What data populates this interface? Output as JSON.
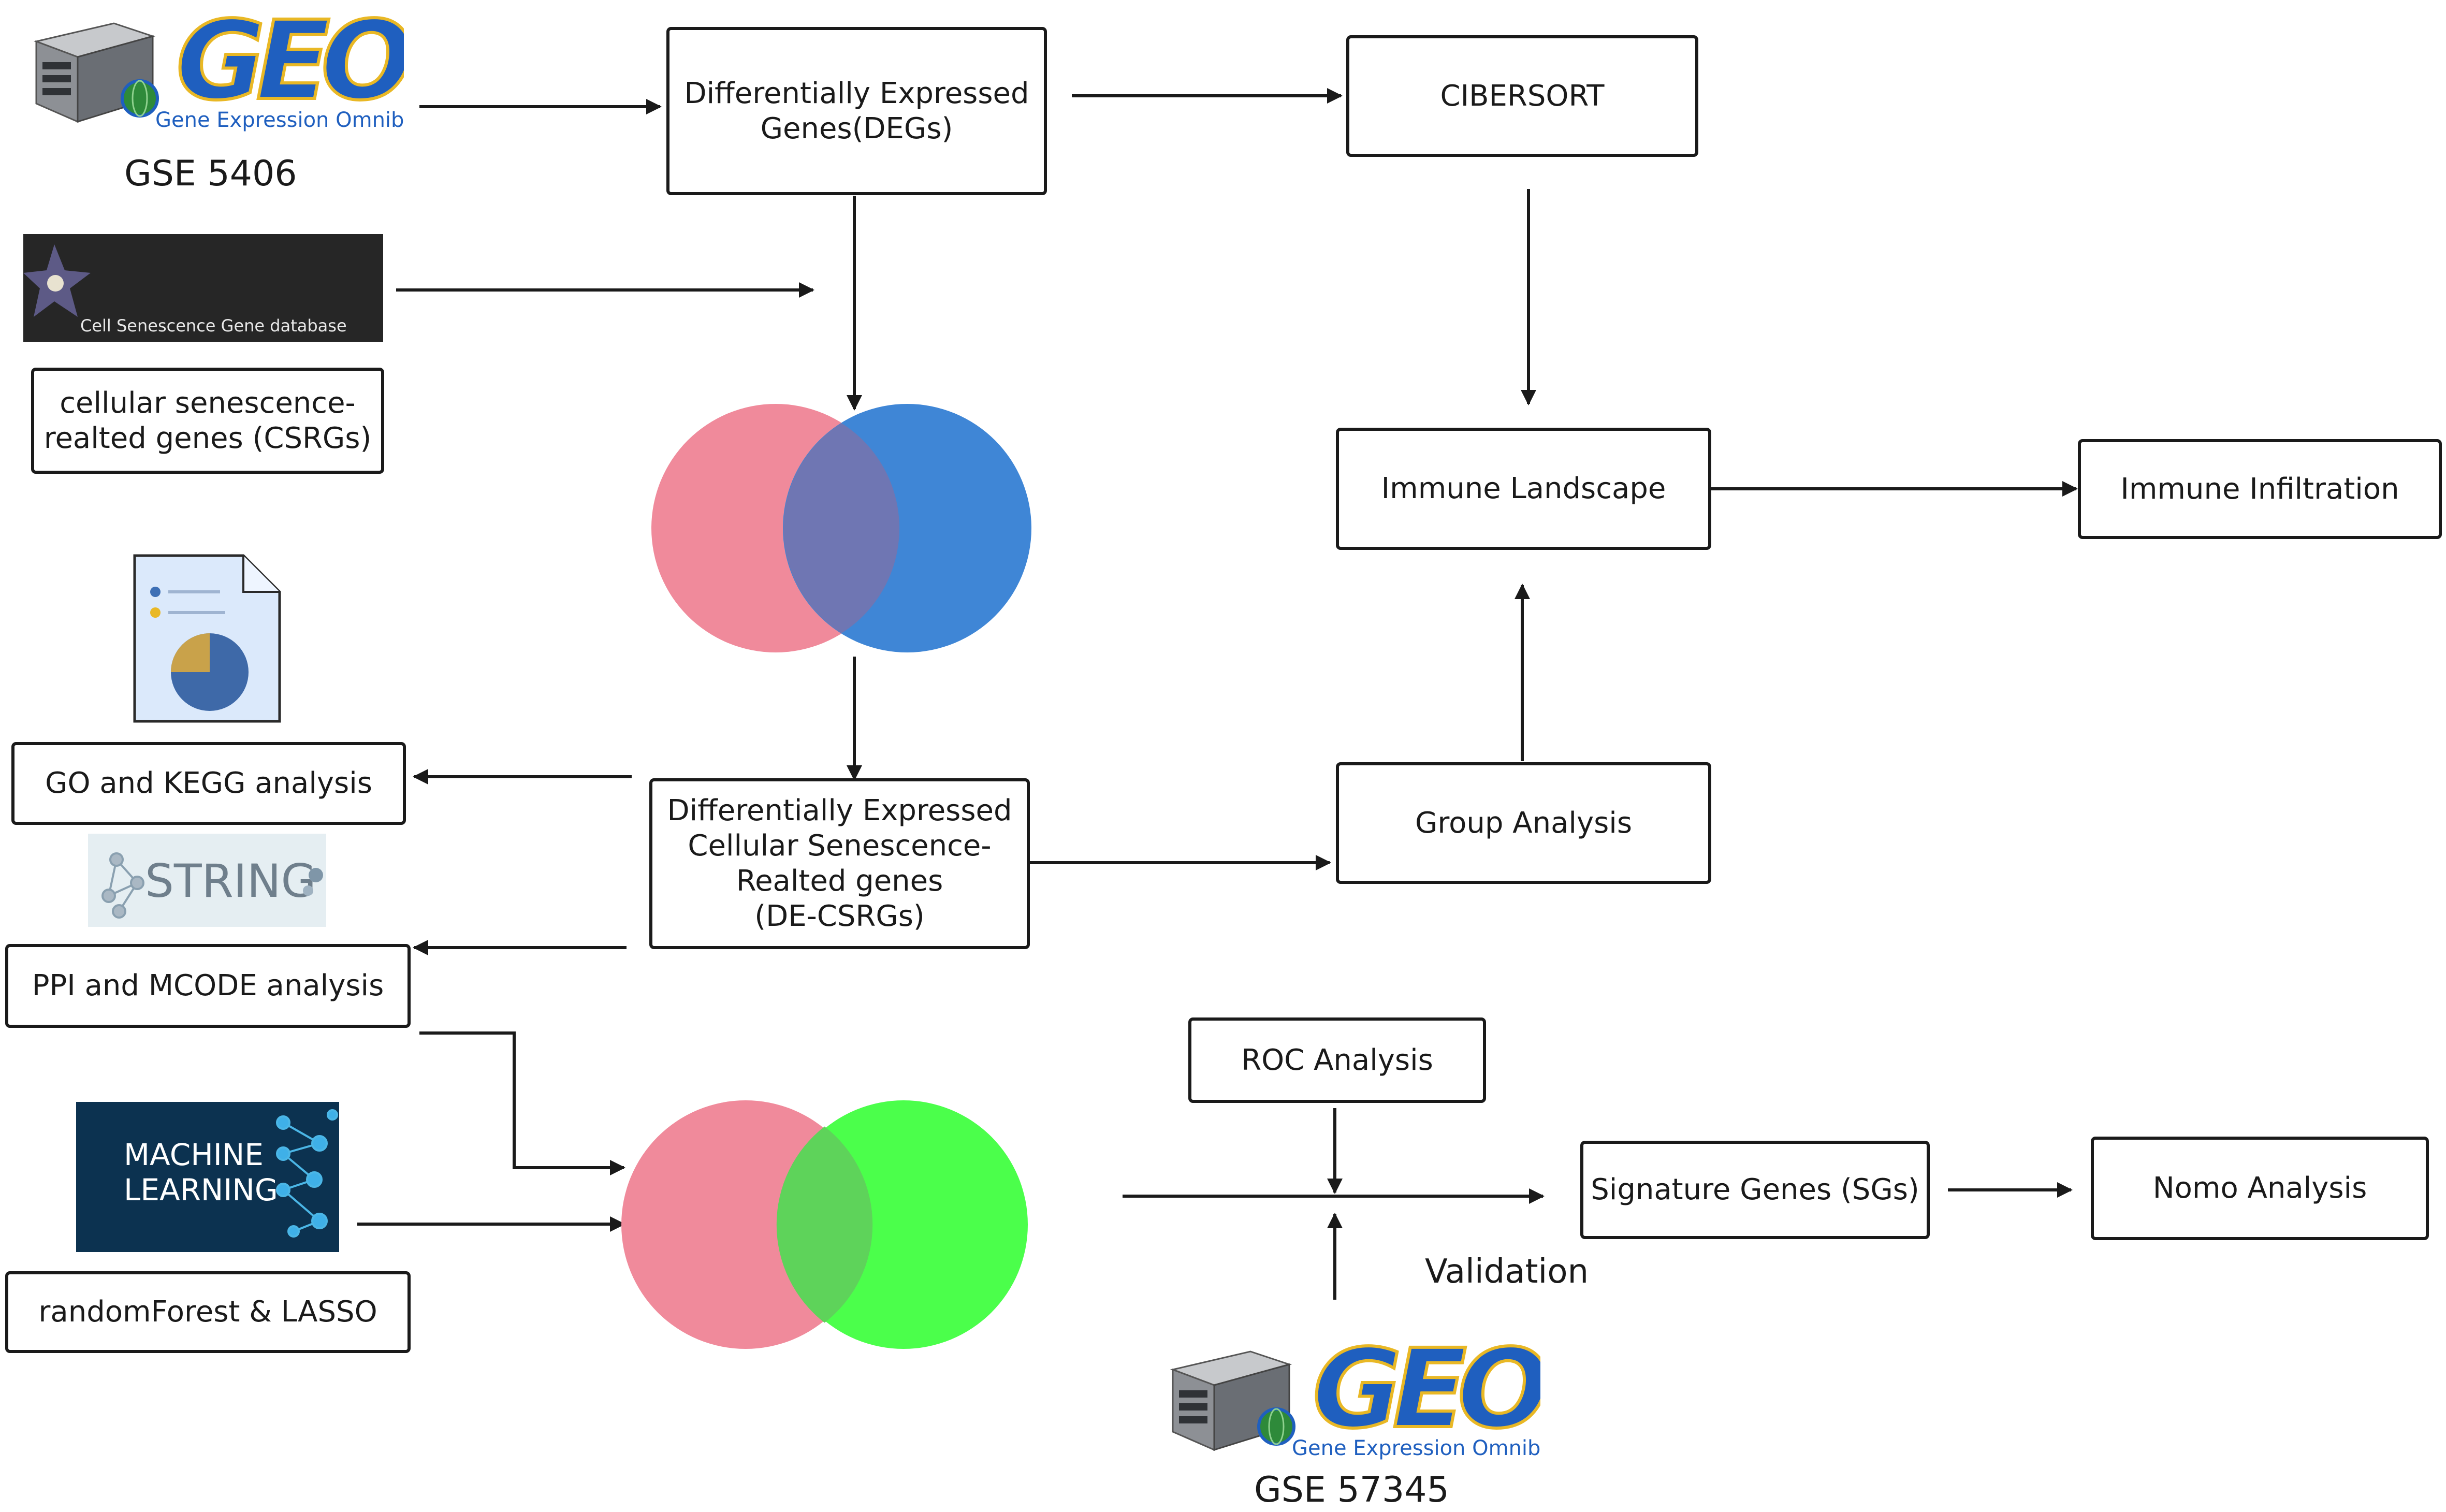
{
  "sources": {
    "geo_top": {
      "logo_word": "GEO",
      "logo_subtitle": "Gene Expression Omnibus",
      "dataset": "GSE 5406"
    },
    "geo_bottom": {
      "logo_word": "GEO",
      "logo_subtitle": "Gene Expression Omnibus",
      "dataset": "GSE 57345"
    },
    "csgene_banner": "Cell Senescence Gene database",
    "string_logo": "STRING",
    "ml_banner": {
      "line1": "MACHINE",
      "line2": "LEARNING"
    }
  },
  "boxes": {
    "degs": "Differentially Expressed\nGenes(DEGs)",
    "csrgs": "cellular senescence-\nrealted genes (CSRGs)",
    "cibersort": "CIBERSORT",
    "immune_landscape": "Immune Landscape",
    "immune_infiltration": "Immune Infiltration",
    "go_kegg": "GO and KEGG analysis",
    "de_csrgs": "Differentially Expressed\nCellular Senescence-\nRealted genes\n(DE-CSRGs)",
    "group_analysis": "Group  Analysis",
    "ppi_mcode": "PPI and MCODE analysis",
    "roc": "ROC Analysis",
    "signature_genes": "Signature Genes (SGs)",
    "nomo": "Nomo Analysis",
    "random_forest_lasso": "randomForest & LASSO"
  },
  "labels": {
    "validation": "Validation"
  },
  "colors": {
    "venn_pink": "#f08a9b",
    "venn_blue": "#3f86d6",
    "venn_overlap_blue": "#6f76b3",
    "venn_green": "#4bff4b",
    "venn_overlap_green": "#5ed35a",
    "geo_blue": "#1f5fbf",
    "geo_gold": "#e9b825",
    "line": "#1a1a1a"
  },
  "icons": [
    "server-icon",
    "globe-icon",
    "report-document-icon",
    "pie-chart-icon",
    "network-icon",
    "neural-network-icon"
  ]
}
